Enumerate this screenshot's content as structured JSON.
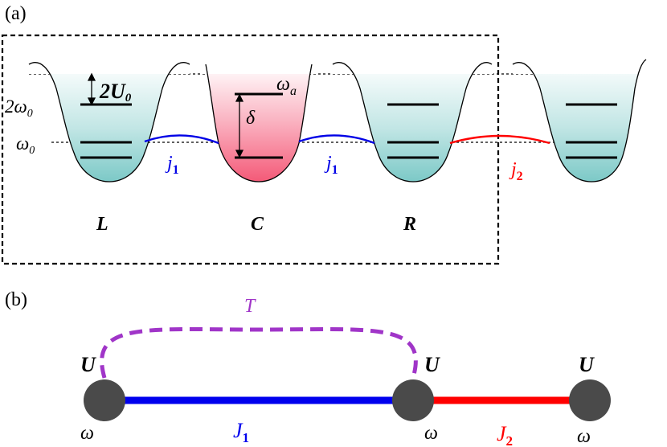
{
  "panel_a": {
    "label": "(a)",
    "energy_labels": {
      "two_omega0": "2ω",
      "two_omega0_sub": "0",
      "omega0": "ω",
      "omega0_sub": "0"
    },
    "interaction": {
      "main": "2U",
      "sub": "0"
    },
    "detuning": "δ",
    "omega_a": {
      "main": "ω",
      "sub": "a"
    },
    "coupling_j1": {
      "main": "j",
      "sub": "1",
      "color": "#0000e6"
    },
    "coupling_j2": {
      "main": "j",
      "sub": "2",
      "color": "#ff0000"
    },
    "wells": [
      {
        "label": "L",
        "fill": "teal"
      },
      {
        "label": "C",
        "fill": "pink"
      },
      {
        "label": "R",
        "fill": "teal"
      },
      {
        "label": "",
        "fill": "teal"
      }
    ],
    "colors": {
      "teal": "#8fd0cf",
      "pink": "#f5607c"
    }
  },
  "panel_b": {
    "label": "(b)",
    "nodes": [
      {
        "u_label": "U",
        "omega_label": "ω"
      },
      {
        "u_label": "U",
        "omega_label": "ω"
      },
      {
        "u_label": "U",
        "omega_label": "ω"
      }
    ],
    "tunnel": {
      "label": "T",
      "color": "#a035c8"
    },
    "bond_J1": {
      "main": "J",
      "sub": "1",
      "color": "#0000ee"
    },
    "bond_J2": {
      "main": "J",
      "sub": "2",
      "color": "#ff0000"
    },
    "node_color": "#4a4a4a"
  }
}
